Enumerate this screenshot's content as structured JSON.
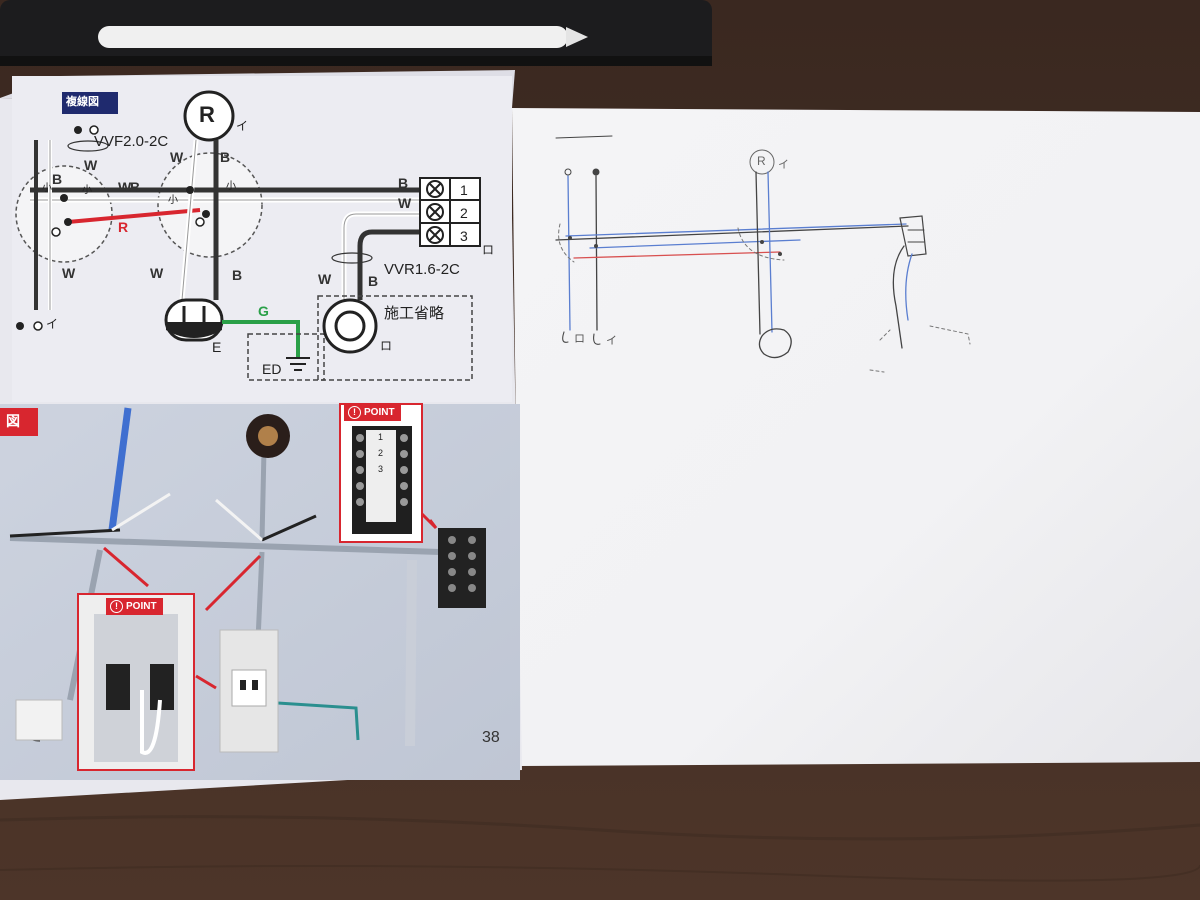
{
  "book": {
    "section_tag_top": "複線図",
    "section_tag_bottom": "図",
    "page_number": "38",
    "point_label": "POINT",
    "point_mark": "!",
    "cable_vvf": "VVF2.0-2C",
    "cable_vvr": "VVR1.6-2C",
    "construction_omitted": "施工省略",
    "lamp_symbol": "R",
    "lamp_mark": "イ",
    "switch_mark_a": "イ",
    "switch_mark_b": "ロ",
    "outlet_mark": "ロ",
    "terminal_mark": "ロ",
    "ground_e": "E",
    "ground_ed": "ED",
    "small_mark": "小",
    "wire_w": "W",
    "wire_b": "B",
    "wire_r": "R",
    "wire_g": "G",
    "terminal_numbers": [
      "1",
      "2",
      "3"
    ],
    "mini_terminal_numbers": [
      "1",
      "2",
      "3"
    ]
  },
  "sketch": {
    "lamp_symbol": "R",
    "lamp_mark": "イ",
    "switch_marks": [
      "ロ",
      "イ"
    ]
  },
  "colors": {
    "desk": "#4a3226",
    "page": "#f7f7f5",
    "book_page": "#e9e9ef",
    "photo_bg": "#c7cedc",
    "wire_red": "#d8262f",
    "wire_green": "#2aa048",
    "sketch_blue": "#5a7ed0",
    "sketch_red": "#d85050",
    "tag_navy": "#1f2a6e"
  }
}
